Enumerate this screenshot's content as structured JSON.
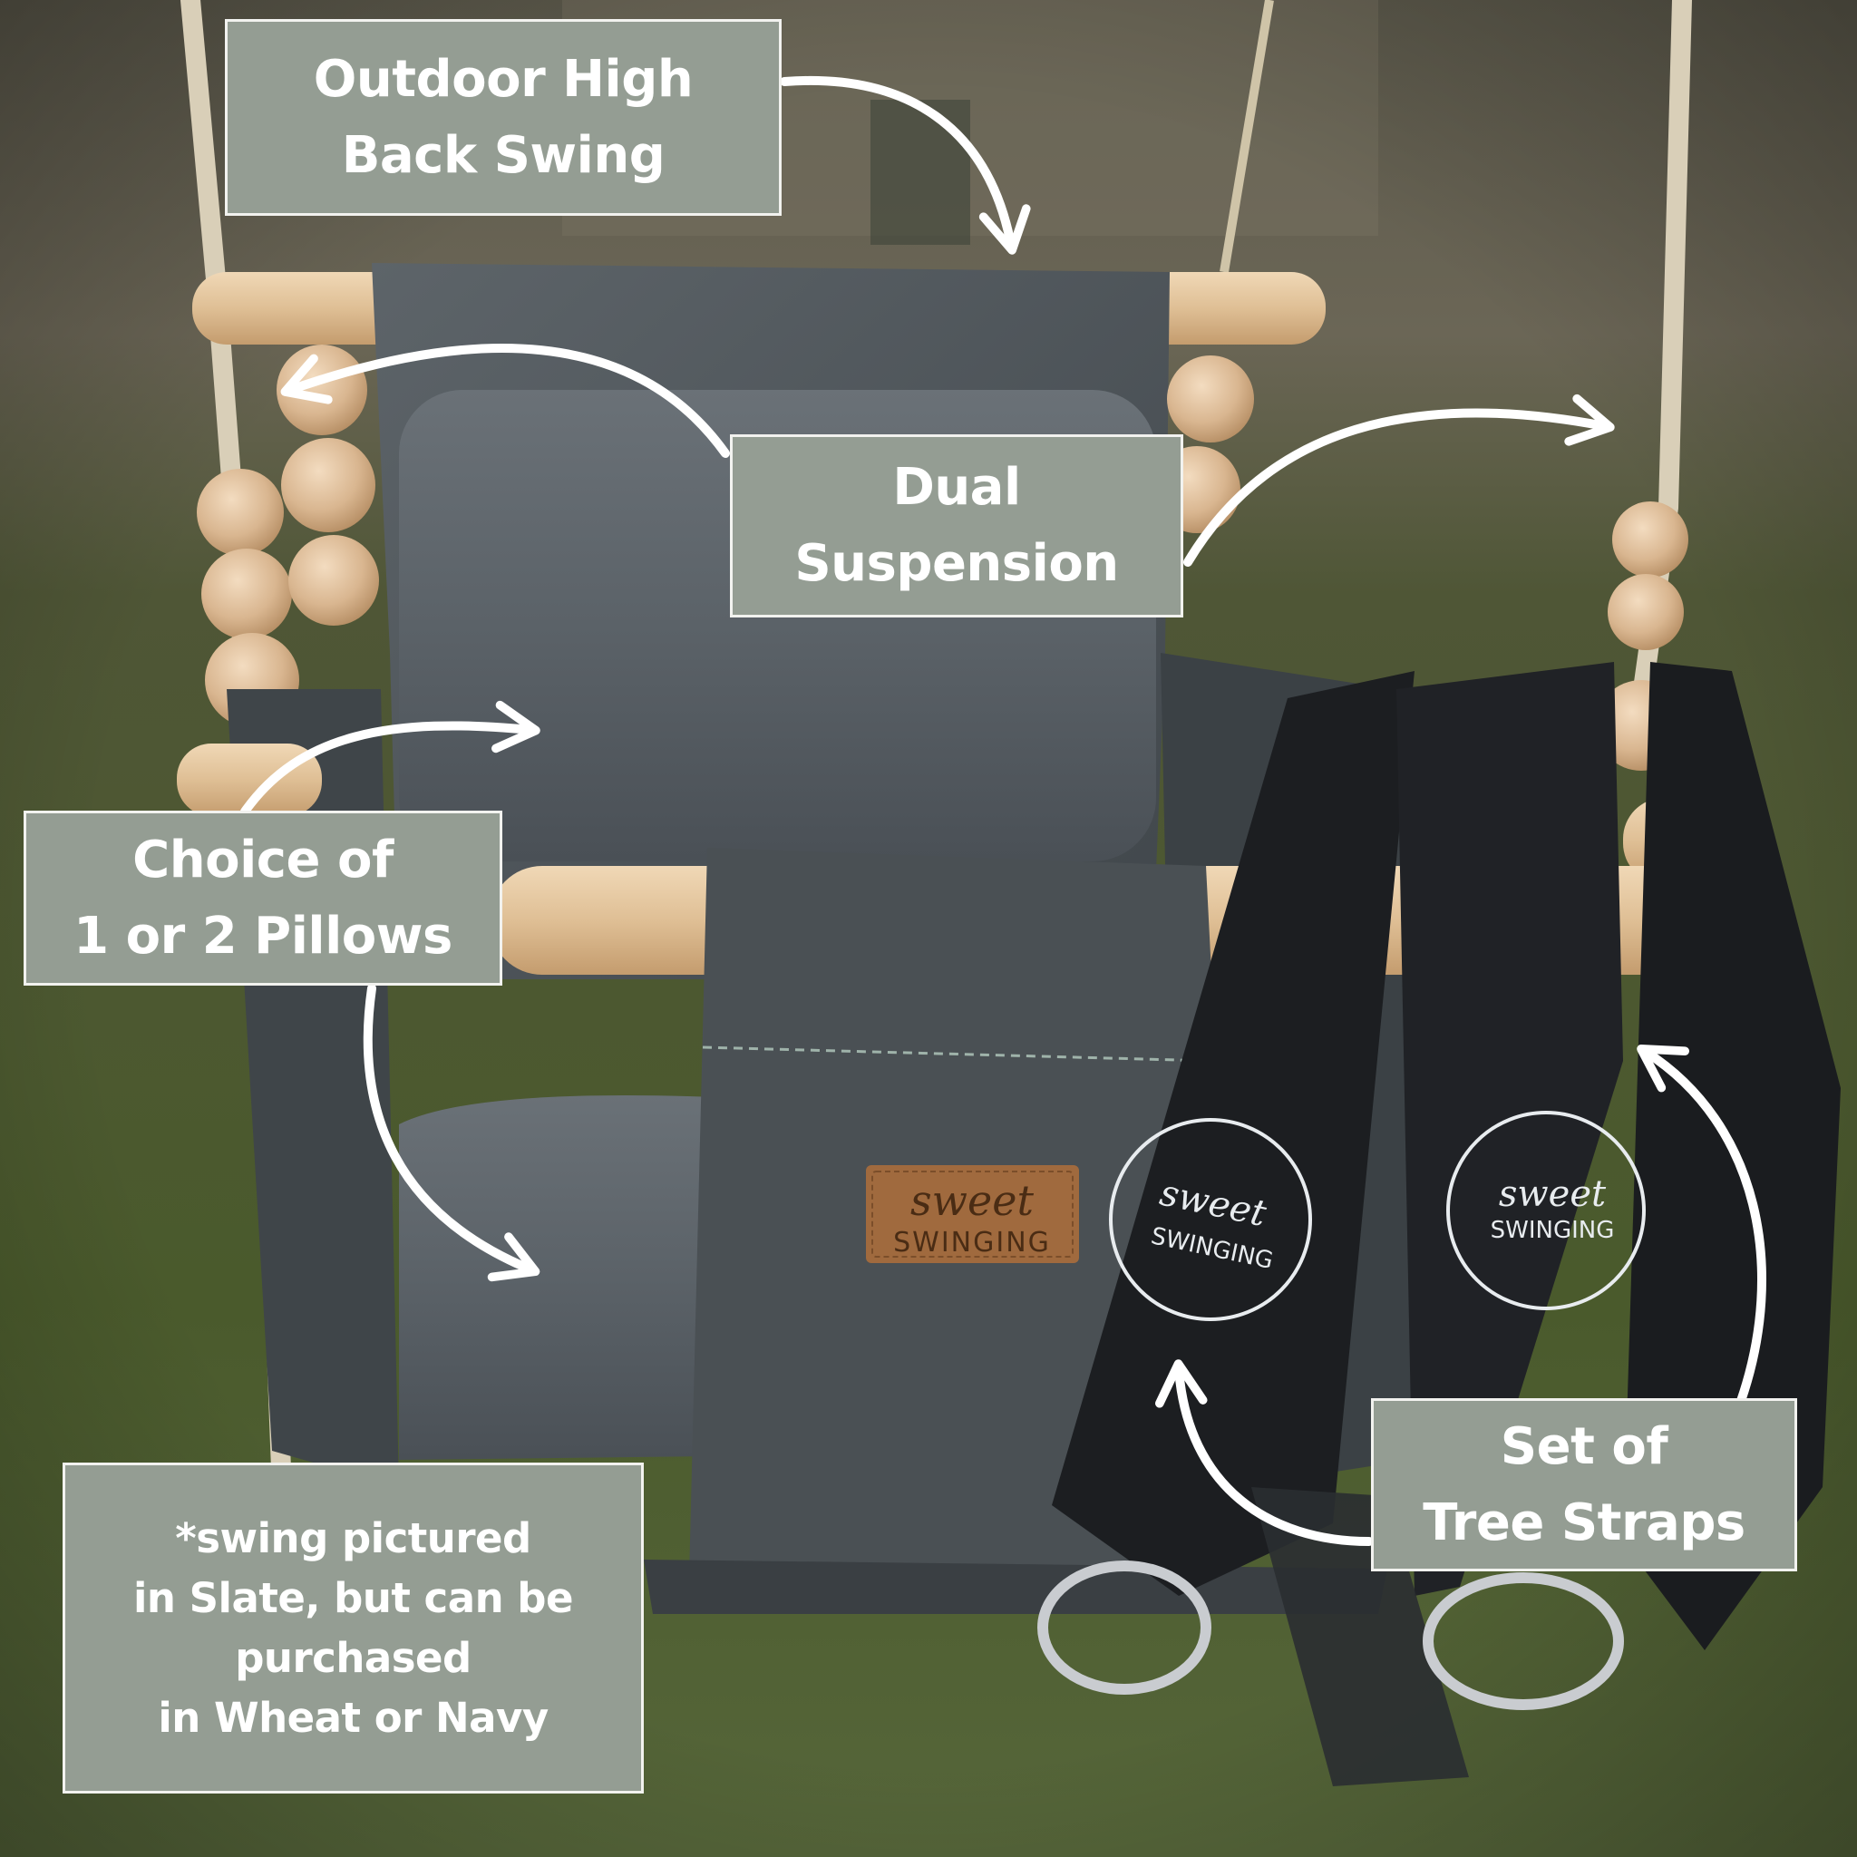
{
  "callouts": {
    "high_back": {
      "line1": "Outdoor High",
      "line2": "Back Swing"
    },
    "dual_suspension": {
      "line1": "Dual",
      "line2": "Suspension"
    },
    "pillows": {
      "line1": "Choice of",
      "line2": "1 or 2 Pillows"
    },
    "tree_straps": {
      "line1": "Set of",
      "line2": "Tree Straps"
    },
    "color_note": {
      "line1": "*swing pictured",
      "line2": "in Slate, but can be",
      "line3": "purchased",
      "line4": "in Wheat or Navy"
    }
  },
  "brand_labels": {
    "leather_patch": {
      "script": "sweet",
      "caps": "SWINGING"
    },
    "strap_left": {
      "script": "sweet",
      "caps": "SWINGING"
    },
    "strap_right": {
      "script": "sweet",
      "caps": "SWINGING"
    }
  },
  "colors": {
    "callout_fill": "#949d93",
    "callout_border": "#f2f2ef",
    "callout_text": "#ffffff",
    "fabric_slate": "#4b5257",
    "strap_black": "#1b1d20",
    "wood": "#e2c39c",
    "rope": "#d9cfb8",
    "grass": "#4a5a2e"
  }
}
